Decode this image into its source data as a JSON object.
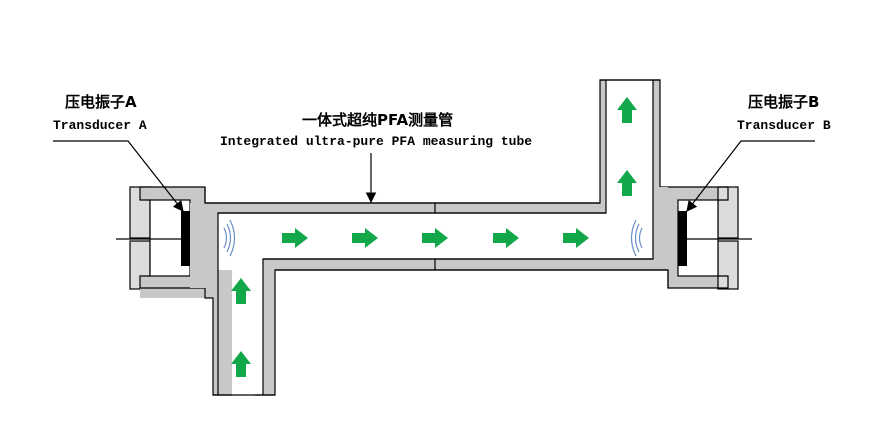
{
  "colors": {
    "tube_wall": "#c8c8c8",
    "flange": "#dcdcdc",
    "outline": "#000000",
    "flow_arrow": "#12a84a",
    "wave": "#6b8fc7",
    "transducer": "#000000"
  },
  "labels": {
    "transducer_a": {
      "zh": "压电振子A",
      "en": "Transducer A"
    },
    "transducer_b": {
      "zh": "压电振子B",
      "en": "Transducer B"
    },
    "tube": {
      "zh": "一体式超纯PFA测量管",
      "en": "Integrated ultra-pure PFA measuring tube"
    }
  },
  "icons": {
    "flow_arrow": "flow-arrow-icon",
    "ultrasonic_wave": "ultrasonic-wave-icon"
  },
  "flow": {
    "inlet_direction": "up",
    "horizontal_direction": "right",
    "outlet_direction": "up",
    "inlet_arrow_count": 2,
    "horizontal_arrow_count": 5,
    "outlet_arrow_count": 2
  }
}
